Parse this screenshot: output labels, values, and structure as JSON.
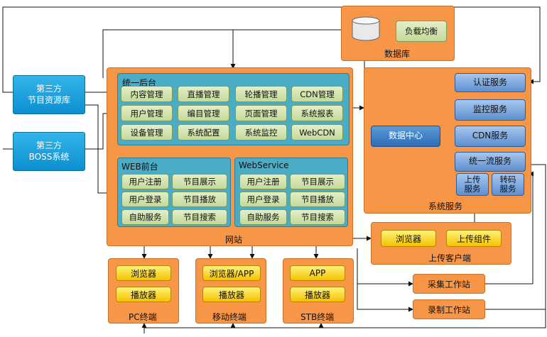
{
  "third_party": {
    "resources": "第三方\n节目资源库",
    "boss": "第三方\nBOSS系统"
  },
  "database": {
    "label": "数据库",
    "load_balance": "负载均衡"
  },
  "website": {
    "label": "网站",
    "backend": {
      "title": "统一后台",
      "items": [
        "内容管理",
        "直播管理",
        "轮播管理",
        "CDN管理",
        "用户管理",
        "编目管理",
        "页面管理",
        "系统报表",
        "设备管理",
        "系统配置",
        "系统监控",
        "WebCDN"
      ]
    },
    "web_front": {
      "title": "WEB前台",
      "items": [
        "用户注册",
        "节目展示",
        "用户登录",
        "节目播放",
        "自助服务",
        "节目搜索"
      ]
    },
    "webservice": {
      "title": "WebService",
      "items": [
        "用户注册",
        "节目展示",
        "用户登录",
        "节目播放",
        "自助服务",
        "节目搜索"
      ]
    }
  },
  "system_services": {
    "label": "系统服务",
    "auth": "认证服务",
    "monitor": "监控服务",
    "data_center": "数据中心",
    "cdn": "CDN服务",
    "stream": "统一流服务",
    "upload": "上传\n服务",
    "transcode": "转码\n服务"
  },
  "upload_client": {
    "label": "上传客户端",
    "browser": "浏览器",
    "uploader": "上传组件"
  },
  "terminals": {
    "pc": {
      "label": "PC终端",
      "a": "浏览器",
      "b": "播放器"
    },
    "mobile": {
      "label": "移动终端",
      "a": "浏览器/APP",
      "b": "播放器"
    },
    "stb": {
      "label": "STB终端",
      "a": "APP",
      "b": "播放器"
    }
  },
  "workstations": {
    "capture": "采集工作站",
    "record": "录制工作站"
  }
}
